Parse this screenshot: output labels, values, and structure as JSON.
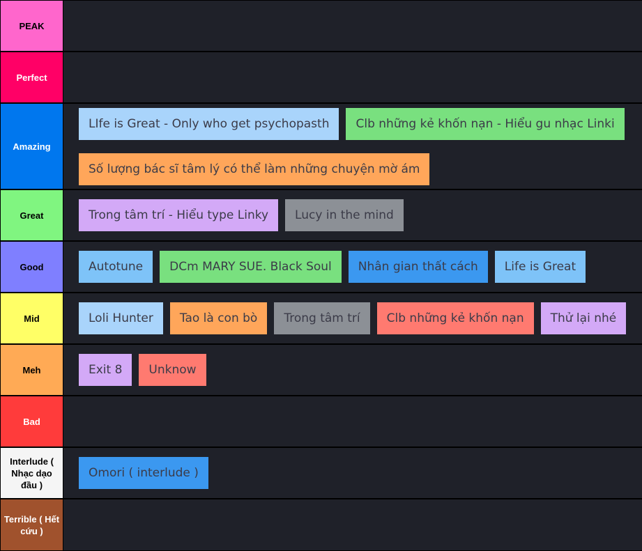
{
  "tiers": [
    {
      "label": "PEAK",
      "color": "#ff66cc",
      "text_color": "#000000",
      "items": []
    },
    {
      "label": "Perfect",
      "color": "#ff0066",
      "text_color": "#ffffff",
      "items": []
    },
    {
      "label": "Amazing",
      "color": "#0077ee",
      "text_color": "#ffffff",
      "items": [
        {
          "label": "LIfe is Great - Only who get psychopasth",
          "color": "#a9d4fb"
        },
        {
          "label": "Clb những kẻ khốn nạn - Hiểu gu nhạc Linki",
          "color": "#79e07f"
        },
        {
          "label": "Số lượng bác sĩ tâm lý có thể làm những chuyện mờ ám",
          "color": "#ffa65a"
        }
      ]
    },
    {
      "label": "Great",
      "color": "#80f580",
      "text_color": "#000000",
      "items": [
        {
          "label": "Trong tâm trí - Hiểu type Linky",
          "color": "#d3a9f7"
        },
        {
          "label": "Lucy in the mind",
          "color": "#8c9096"
        }
      ]
    },
    {
      "label": "Good",
      "color": "#7f7fff",
      "text_color": "#000000",
      "items": [
        {
          "label": "Autotune",
          "color": "#7ec3f8"
        },
        {
          "label": "DCm MARY SUE. Black Soul",
          "color": "#79e07f"
        },
        {
          "label": "Nhân gian thất cách",
          "color": "#3b98f0"
        },
        {
          "label": "Life is Great",
          "color": "#7ec3f8"
        }
      ]
    },
    {
      "label": "Mid",
      "color": "#ffff66",
      "text_color": "#000000",
      "items": [
        {
          "label": "Loli Hunter",
          "color": "#a9d4fb"
        },
        {
          "label": "Tao là con bò",
          "color": "#ffa65a"
        },
        {
          "label": "Trong tâm trí",
          "color": "#8c9096"
        },
        {
          "label": "Clb những kẻ khốn nạn",
          "color": "#ff7a70"
        },
        {
          "label": "Thử lại nhé",
          "color": "#d3a9f7"
        }
      ]
    },
    {
      "label": "Meh",
      "color": "#ffaa55",
      "text_color": "#000000",
      "items": [
        {
          "label": "Exit 8",
          "color": "#d3a9f7"
        },
        {
          "label": "Unknow",
          "color": "#ff7a70"
        }
      ]
    },
    {
      "label": "Bad",
      "color": "#ff3b3b",
      "text_color": "#ffffff",
      "items": []
    },
    {
      "label": "Interlude ( Nhạc dạo đầu )",
      "color": "#f5f5f5",
      "text_color": "#000000",
      "items": [
        {
          "label": "Omori ( interlude )",
          "color": "#3b98f0"
        }
      ]
    },
    {
      "label": "Terrible ( Hết cứu )",
      "color": "#a0522d",
      "text_color": "#ffffff",
      "items": []
    }
  ]
}
